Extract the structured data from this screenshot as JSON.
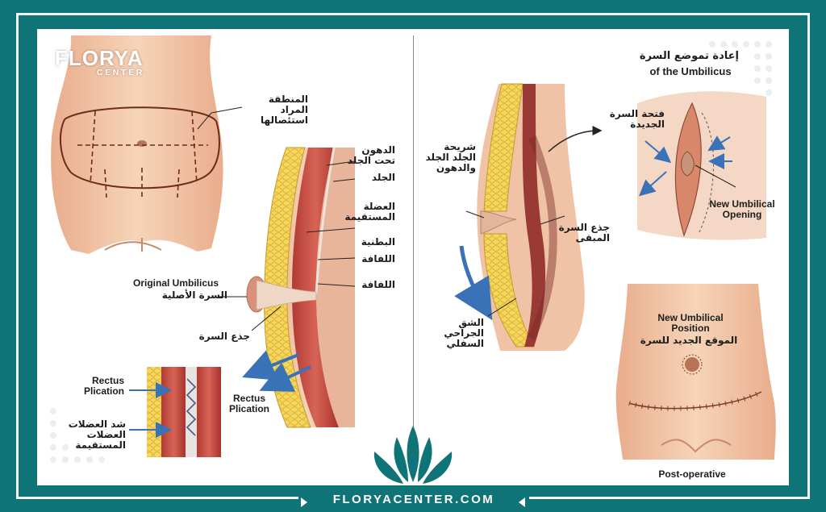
{
  "brand": {
    "name": "FLORYA",
    "sub": "CENTER",
    "footer": "FLORYACENTER.COM"
  },
  "labels": {
    "removal_area": [
      "المنطقة المراد",
      "استئصالها"
    ],
    "subcutaneous_fat": [
      "الدهون",
      "تحت الجلد"
    ],
    "skin": "الجلد",
    "rectus_muscle": [
      "العضلة",
      "المستقيمة"
    ],
    "abdominal_fascia": [
      "البطنية",
      "اللفافة"
    ],
    "fascia": "اللفافة",
    "original_umbilicus_en": "Original Umbilicus",
    "original_umbilicus_ar": "السرة الأصلية",
    "umbilical_stalk": "جذع السرة",
    "rectus_plication_right": [
      "Rectus",
      "Plication"
    ],
    "rectus_plication_left": [
      "Rectus",
      "Plication"
    ],
    "muscle_tightening": [
      "شد العضلات",
      "العضلات",
      "المستقيمة"
    ],
    "skin_fat_flap": [
      "شريحة",
      "الجلد الجلد",
      "والدهون"
    ],
    "retained_stalk": [
      "جذع السرة",
      "المبقى"
    ],
    "lower_incision": [
      "الشق",
      "الجراحي",
      "السفلي"
    ],
    "reposition_title_ar": "إعادة تموضع السرة",
    "reposition_title_en": "of the Umbilicus",
    "new_opening_ar": [
      "فتحة السرة",
      "الجديدة"
    ],
    "new_opening_en": [
      "New Umbilical",
      "Opening"
    ],
    "new_position_en": [
      "New Umbilical",
      "Position"
    ],
    "new_position_ar": "الموقع الجديد للسرة",
    "post_operative": "Post-operative"
  },
  "colors": {
    "frame": "#0f7478",
    "skin": "#f1c6a6",
    "skin_shadow": "#d99c7a",
    "fat": "#f4d25a",
    "muscle": "#c0493e",
    "arrow": "#3a72b8"
  }
}
